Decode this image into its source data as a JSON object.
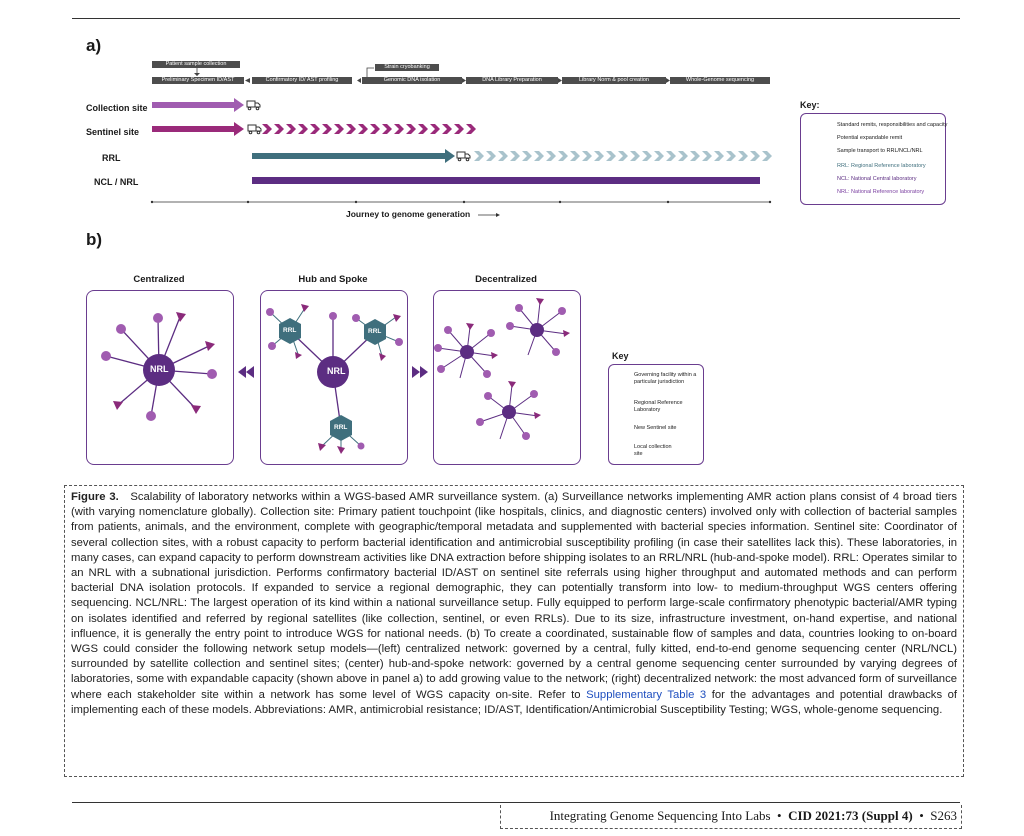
{
  "panel_a": {
    "label": "a)",
    "steps": [
      "Preliminary Specimen ID/AST",
      "Confirmatory ID/ AST profiling",
      "Genomic DNA isolation",
      "DNA Library Preparation",
      "Library Norm & pool creation",
      "Whole-Genome sequencing"
    ],
    "patient_collection": "Patient sample collection",
    "strain_cryobanking": "Strain cryobanking",
    "rows": [
      "Collection site",
      "Sentinel site",
      "RRL",
      "NCL / NRL"
    ],
    "journey": "Journey to genome generation",
    "key": {
      "title": "Key:",
      "items": [
        "Standard remits, responsibilities and capacity",
        "Potential expandable remit",
        "Sample transport to RRL/NCL/NRL",
        "RRL: Regional Reference laboratory",
        "NCL: National Central laboratory",
        "NRL: National Reference laboratory"
      ]
    },
    "colors": {
      "collection": "#a05cb0",
      "sentinel": "#9a2a7a",
      "rrl": "#3f6f7d",
      "rrl_light": "#a9c3cc",
      "ncl": "#5c2d82"
    }
  },
  "panel_b": {
    "label": "b)",
    "titles": [
      "Centralized",
      "Hub and Spoke",
      "Decentralized"
    ],
    "nrl": "NRL",
    "rrl": "RRL",
    "key": {
      "title": "Key",
      "items": [
        "Governing facility within a particular jurisdiction",
        "Regional Reference Laboratory",
        "New Sentinel site",
        "Local collection site"
      ]
    }
  },
  "caption": {
    "fig_label": "Figure 3.",
    "text_1": "Scalability of laboratory networks within a WGS-based AMR surveillance system. (a) Surveillance networks implementing AMR action plans consist of 4 broad tiers (with varying nomenclature globally). Collection site: Primary patient touchpoint (like hospitals, clinics, and diagnostic centers) involved only with collection of bacterial samples from patients, animals, and the environment, complete with geographic/temporal metadata and supplemented with bacterial species information. Sentinel site: Coordinator of several collection sites, with a robust capacity to perform bacterial identification and antimicrobial susceptibility profiling (in case their satellites lack this). These laboratories, in many cases, can expand capacity to perform downstream activities like DNA extraction before shipping isolates to an RRL/NRL (hub-and-spoke model). RRL: Operates similar to an NRL with a subnational jurisdiction. Performs confirmatory bacterial ID/AST on sentinel site referrals using higher throughput and automated methods and can perform bacterial DNA isolation protocols. If expanded to service a regional demographic, they can potentially transform into low- to medium-throughput WGS centers offering sequencing. NCL/NRL: The largest operation of its kind within a national surveillance setup. Fully equipped to perform large-scale confirmatory phenotypic bacterial/AMR typing on isolates identified and referred by regional satellites (like collection, sentinel, or even RRLs). Due to its size, infrastructure investment, on-hand expertise, and national influence, it is generally the entry point to introduce WGS for national needs. (b) To create a coordinated, sustainable flow of samples and data, countries looking to on-board WGS could consider the following network setup models—(left) centralized network: governed by a central, fully kitted, end-to-end genome sequencing center (NRL/NCL) surrounded by satellite collection and sentinel sites; (center) hub-and-spoke network: governed by a central genome sequencing center surrounded by varying degrees of laboratories, some with expandable capacity (shown above in panel a) to add growing value to the network; (right) decentralized network: the most advanced form of surveillance where each stakeholder site within a network has some level of WGS capacity on-site. Refer to",
    "link": "Supplementary Table 3",
    "text_2": "for the advantages and potential drawbacks of implementing each of these models. Abbreviations: AMR, antimicrobial resistance; ID/AST, Identification/Antimicrobial Susceptibility Testing; WGS, whole-genome sequencing."
  },
  "footer": {
    "journal_title": "Integrating Genome Sequencing Into Labs",
    "citation": "CID  2021:73  (Suppl 4)",
    "page": "S263"
  }
}
